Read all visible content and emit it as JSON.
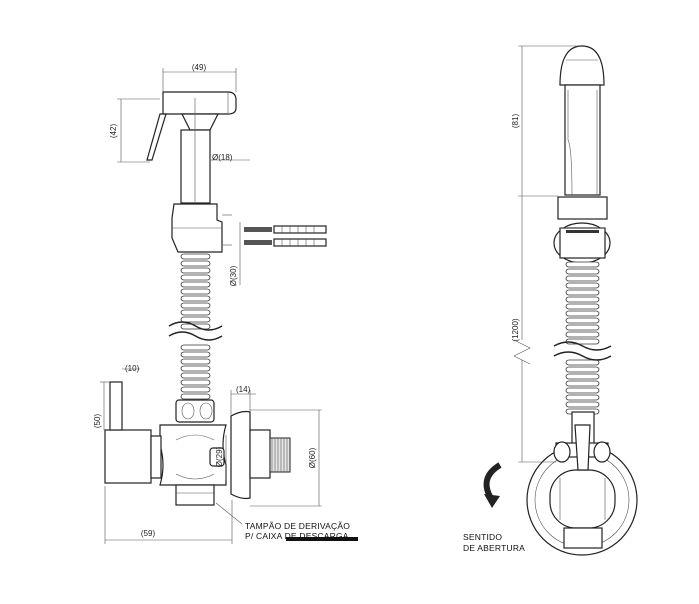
{
  "dimensions": {
    "handset_width": "(49)",
    "handle_height": "(42)",
    "hose_diameter": "Ø(18)",
    "mount_diameter": "Ø(30)",
    "lever_width": "(10)",
    "lever_height": "(50)",
    "flange_depth": "(14)",
    "valve_diameter": "Ø(29)",
    "flange_diameter": "Ø(60)",
    "total_width": "(59)",
    "holder_height": "(81)",
    "hose_length": "(1200)"
  },
  "notes": {
    "cap_line1": "TAMPÃO DE DERIVAÇÃO",
    "cap_line2": "P/ CAIXA DE DESCARGA",
    "opening_line1": "SENTIDO",
    "opening_line2": "DE ABERTURA"
  }
}
